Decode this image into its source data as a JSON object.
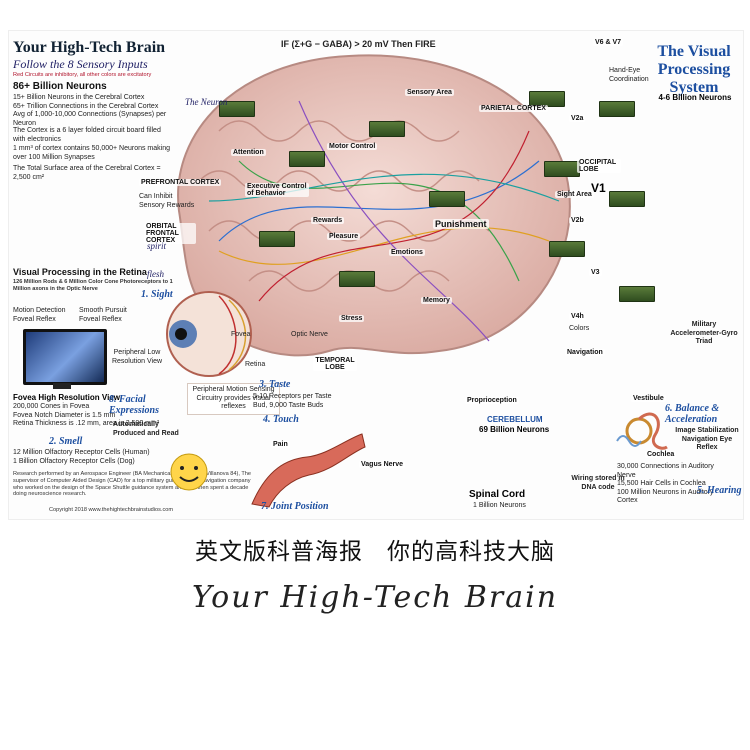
{
  "poster": {
    "left": {
      "title": "Your High-Tech Brain",
      "subtitle": "Follow the 8 Sensory Inputs",
      "note": "Red Circuits are inhibitory, all other colors are excitatory",
      "neurons_title": "86+ Billion Neurons",
      "neuron_lines": [
        "15+ Billion Neurons in the Cerebral Cortex",
        "65+ Trillion Connections in the Cerebral Cortex",
        "Avg of 1,000-10,000 Connections (Synapses) per Neuron"
      ],
      "cortex_text": "The Cortex is a 6 layer folded circuit board filled with electronics",
      "cortex_line2": "1 mm³ of cortex contains 50,000+ Neurons making over 100 Million Synapses",
      "surface_area": "The Total Surface area of the Cerebral Cortex = 2,500 cm²",
      "retina_title": "Visual Processing in the Retina",
      "retina_sub": "126 Million Rods & 6 Million Color Cone Photoreceptors to 1 Million axons in the Optic Nerve",
      "motion": "Motion Detection Foveal Reflex",
      "pursuit": "Smooth Pursuit Foveal Reflex",
      "fovea_title": "Fovea High Resolution View",
      "fovea_lines": [
        "200,000 Cones in Fovea",
        "Fovea Notch Diameter is 1.5 mm",
        "Retina Thickness is .12 mm, area is 2,500 mm²"
      ],
      "peripheral": "Peripheral Low Resolution View",
      "smell_title": "2. Smell",
      "smell_lines": [
        "12 Million Olfactory Receptor Cells (Human)",
        "1 Billion Olfactory Receptor Cells (Dog)"
      ],
      "credit": "Research performed by an Aerospace Engineer (BA Mechanical Engineering, Villanova 84), The supervisor of Computer Aided Design (CAD) for a top military guidance and navigation company who worked on the design of the Space Shuttle guidance system and who then spent a decade doing neuroscience research."
    },
    "center": {
      "formula": "IF (Σ+G − GABA) > 20 mV Then FIRE",
      "neuron": "The Neuron",
      "sensory_area": "Sensory Area",
      "parietal": "PARIETAL CORTEX",
      "attention": "Attention",
      "motor_control": "Motor Control",
      "executive": "Executive Control of Behavior",
      "prefrontal": "PREFRONTAL CORTEX",
      "prefrontal_sub": "Can Inhibit Sensory Rewards",
      "orbital": "ORBITAL FRONTAL CORTEX",
      "rewards": "Rewards",
      "pleasure": "Pleasure",
      "punishment": "Punishment",
      "emotions": "Emotions",
      "memory": "Memory",
      "spirit": "spirit",
      "flesh": "flesh",
      "sight": "1. Sight",
      "retina": "Retina",
      "fovea": "Fovea",
      "optic_nerve": "Optic Nerve",
      "temporal": "TEMPORAL LOBE",
      "stress": "Stress",
      "peripheral_motion": "Peripheral Motion Sensing Circuitry provides visual reflexes",
      "taste": "3. Taste",
      "taste_sub": "5-10 Receptors per Taste Bud, 9,000 Taste Buds",
      "touch": "4. Touch",
      "facial": "8. Facial Expressions",
      "facial_sub": "Automatically Produced and Read",
      "vagus": "Vagus Nerve",
      "pain": "Pain",
      "joint": "7. Joint Position",
      "proprioception": "Proprioception",
      "navigation": "Navigation",
      "cerebellum": "CEREBELLUM",
      "cerebellum_sub": "69 Billion Neurons",
      "spinal": "Spinal Cord",
      "spinal_sub": "1 Billion Neurons",
      "wiring": "Wiring stored in DNA code"
    },
    "right": {
      "title": "The Visual Processing System",
      "neurons": "4-6 Billion Neurons",
      "occipital": "OCCIPITAL LOBE",
      "v1": "V1",
      "v6": "V6 & V7",
      "hand_eye": "Hand-Eye Coordination",
      "v2a": "V2a",
      "v2b": "V2b",
      "v3": "V3",
      "v4": "V4h",
      "colors": "Colors",
      "sight_area": "Sight Area",
      "military": "Military Accelerometer-Gyro Triad",
      "vestibule": "Vestibule",
      "balance": "6. Balance & Acceleration",
      "balance_sub": "Image Stabilization Navigation Eye Reflex",
      "cochlea": "Cochlea",
      "cochlea_lines": [
        "30,000 Connections in Auditory Nerve",
        "15,500 Hair Cells in Cochlea",
        "100 Million Neurons in Auditory Cortex"
      ],
      "hearing": "5. Hearing"
    },
    "copyright": "Copyright 2018 www.thehightechbrainstudios.com"
  },
  "captions": {
    "cn_title": "英文版科普海报　你的高科技大脑",
    "en_script": "Your High-Tech Brain"
  },
  "colors": {
    "accent": "#1d4fa0",
    "brain": "#e8c9c2",
    "circuit": "#3b6b2a"
  }
}
